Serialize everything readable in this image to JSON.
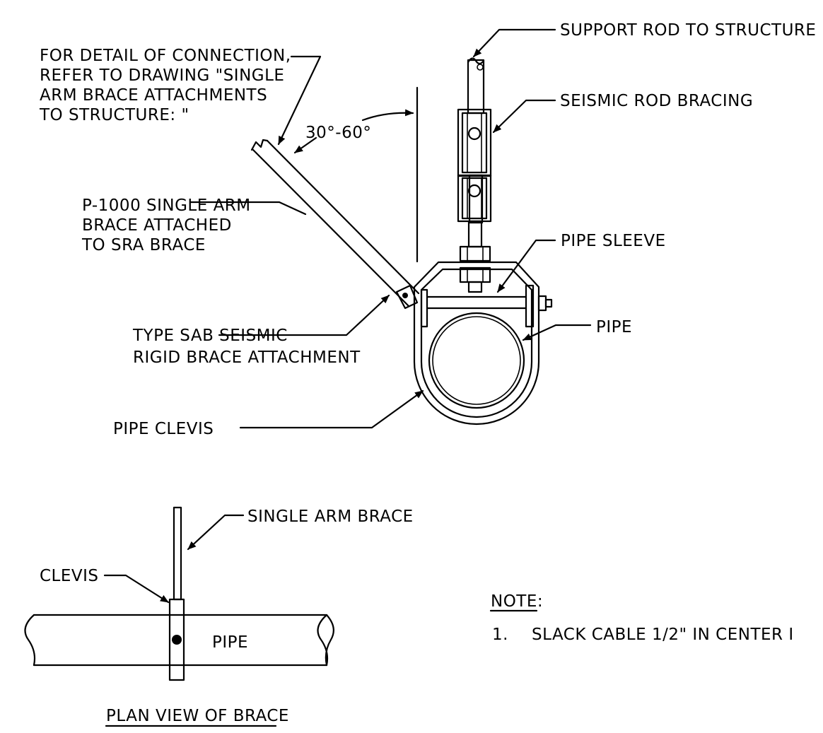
{
  "labels": {
    "support_rod": "SUPPORT ROD TO STRUCTURE",
    "connection_note": [
      "FOR DETAIL OF CONNECTION,",
      "REFER TO DRAWING \"SINGLE",
      "ARM BRACE ATTACHMENTS",
      "TO STRUCTURE: \""
    ],
    "angle": "30°-60°",
    "seismic_rod_bracing": "SEISMIC ROD BRACING",
    "single_arm_brace": [
      "P-1000 SINGLE ARM",
      "BRACE ATTACHED",
      "TO SRA BRACE"
    ],
    "pipe_sleeve": "PIPE SLEEVE",
    "pipe": "PIPE",
    "sab_attachment": [
      "TYPE SAB SEISMIC",
      "RIGID BRACE ATTACHMENT"
    ],
    "pipe_clevis": "PIPE CLEVIS"
  },
  "plan_view": {
    "brace_label": "SINGLE ARM BRACE",
    "clevis_label": "CLEVIS",
    "pipe_label": "PIPE",
    "title": "PLAN VIEW OF BRACE"
  },
  "note": {
    "heading": "NOTE:",
    "item_number": "1.",
    "item_text": "SLACK CABLE 1/2\" IN CENTER I"
  }
}
